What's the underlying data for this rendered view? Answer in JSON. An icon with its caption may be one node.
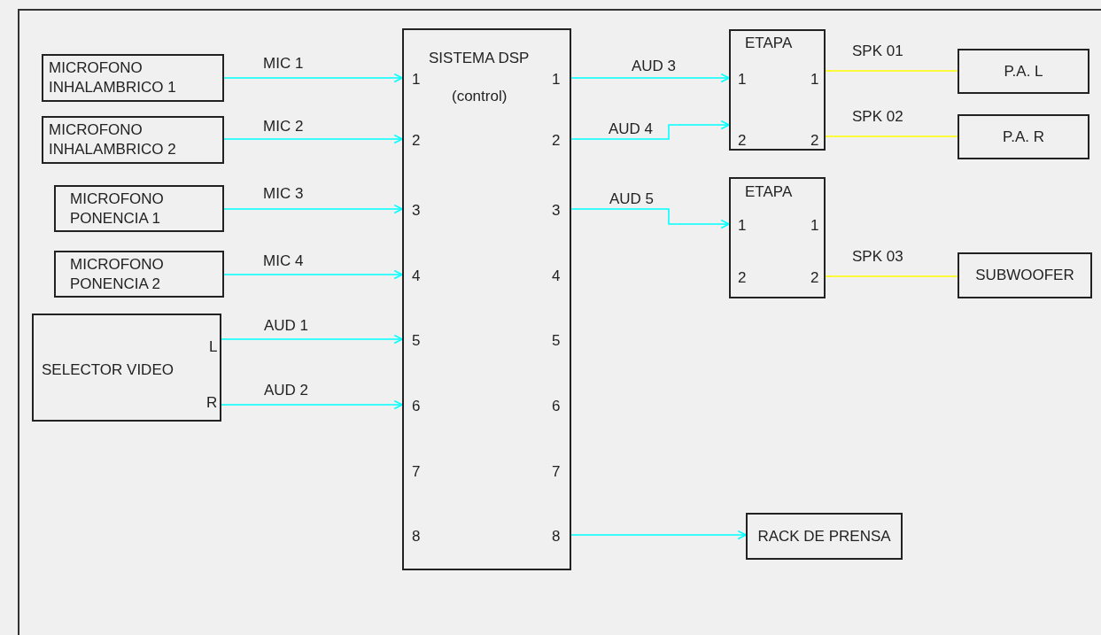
{
  "diagram": {
    "nodes": [
      {
        "text": [
          "MICROFONO INHALAMBRICO 1"
        ]
      },
      {
        "text": [
          "MICROFONO INHALAMBRICO 2"
        ]
      },
      {
        "text": [
          "MICROFONO PONENCIA 1"
        ]
      },
      {
        "text": [
          "MICROFONO PONENCIA 2"
        ]
      },
      {
        "text": [
          "SELECTOR VIDEO",
          "L",
          "R"
        ]
      },
      {
        "text": [
          "SISTEMA DSP",
          "(control)",
          "1",
          "1",
          "2",
          "2",
          "3",
          "3",
          "4",
          "4",
          "5",
          "5",
          "6",
          "6",
          "7",
          "7",
          "8",
          "8"
        ]
      },
      {
        "text": [
          "ETAPA",
          "1",
          "1",
          "2",
          "2"
        ]
      },
      {
        "text": [
          "P.A. L"
        ]
      },
      {
        "text": [
          "P.A. R"
        ]
      },
      {
        "text": [
          "ETAPA",
          "1",
          "1",
          "2",
          "2"
        ]
      },
      {
        "text": [
          "SUBWOOFER"
        ]
      },
      {
        "text": [
          "RACK DE PRENSA"
        ]
      }
    ],
    "edges": [
      {
        "from": 0,
        "to": 5,
        "arrow": "to",
        "label": "MIC 1"
      },
      {
        "from": 1,
        "to": 5,
        "arrow": "to",
        "label": "MIC 2"
      },
      {
        "from": 2,
        "to": 5,
        "arrow": "to",
        "label": "MIC 3"
      },
      {
        "from": 3,
        "to": 5,
        "arrow": "to",
        "label": "MIC 4"
      },
      {
        "from": 4,
        "to": 5,
        "arrow": "to",
        "label": "AUD 1"
      },
      {
        "from": 4,
        "to": 5,
        "arrow": "to",
        "label": "AUD 2"
      },
      {
        "from": 5,
        "to": 6,
        "arrow": "to",
        "label": "AUD 3"
      },
      {
        "from": 5,
        "to": 6,
        "arrow": "to",
        "label": "AUD 4"
      },
      {
        "from": 5,
        "to": 9,
        "arrow": "to",
        "label": "AUD 5"
      },
      {
        "from": 6,
        "to": 7,
        "arrow": "none",
        "label": "SPK 01",
        "color": "#ffff00"
      },
      {
        "from": 6,
        "to": 8,
        "arrow": "none",
        "label": "SPK 02",
        "color": "#ffff00"
      },
      {
        "from": 9,
        "to": 10,
        "arrow": "none",
        "label": "SPK 03",
        "color": "#ffff00"
      },
      {
        "from": 5,
        "to": 11,
        "arrow": "to"
      }
    ]
  }
}
